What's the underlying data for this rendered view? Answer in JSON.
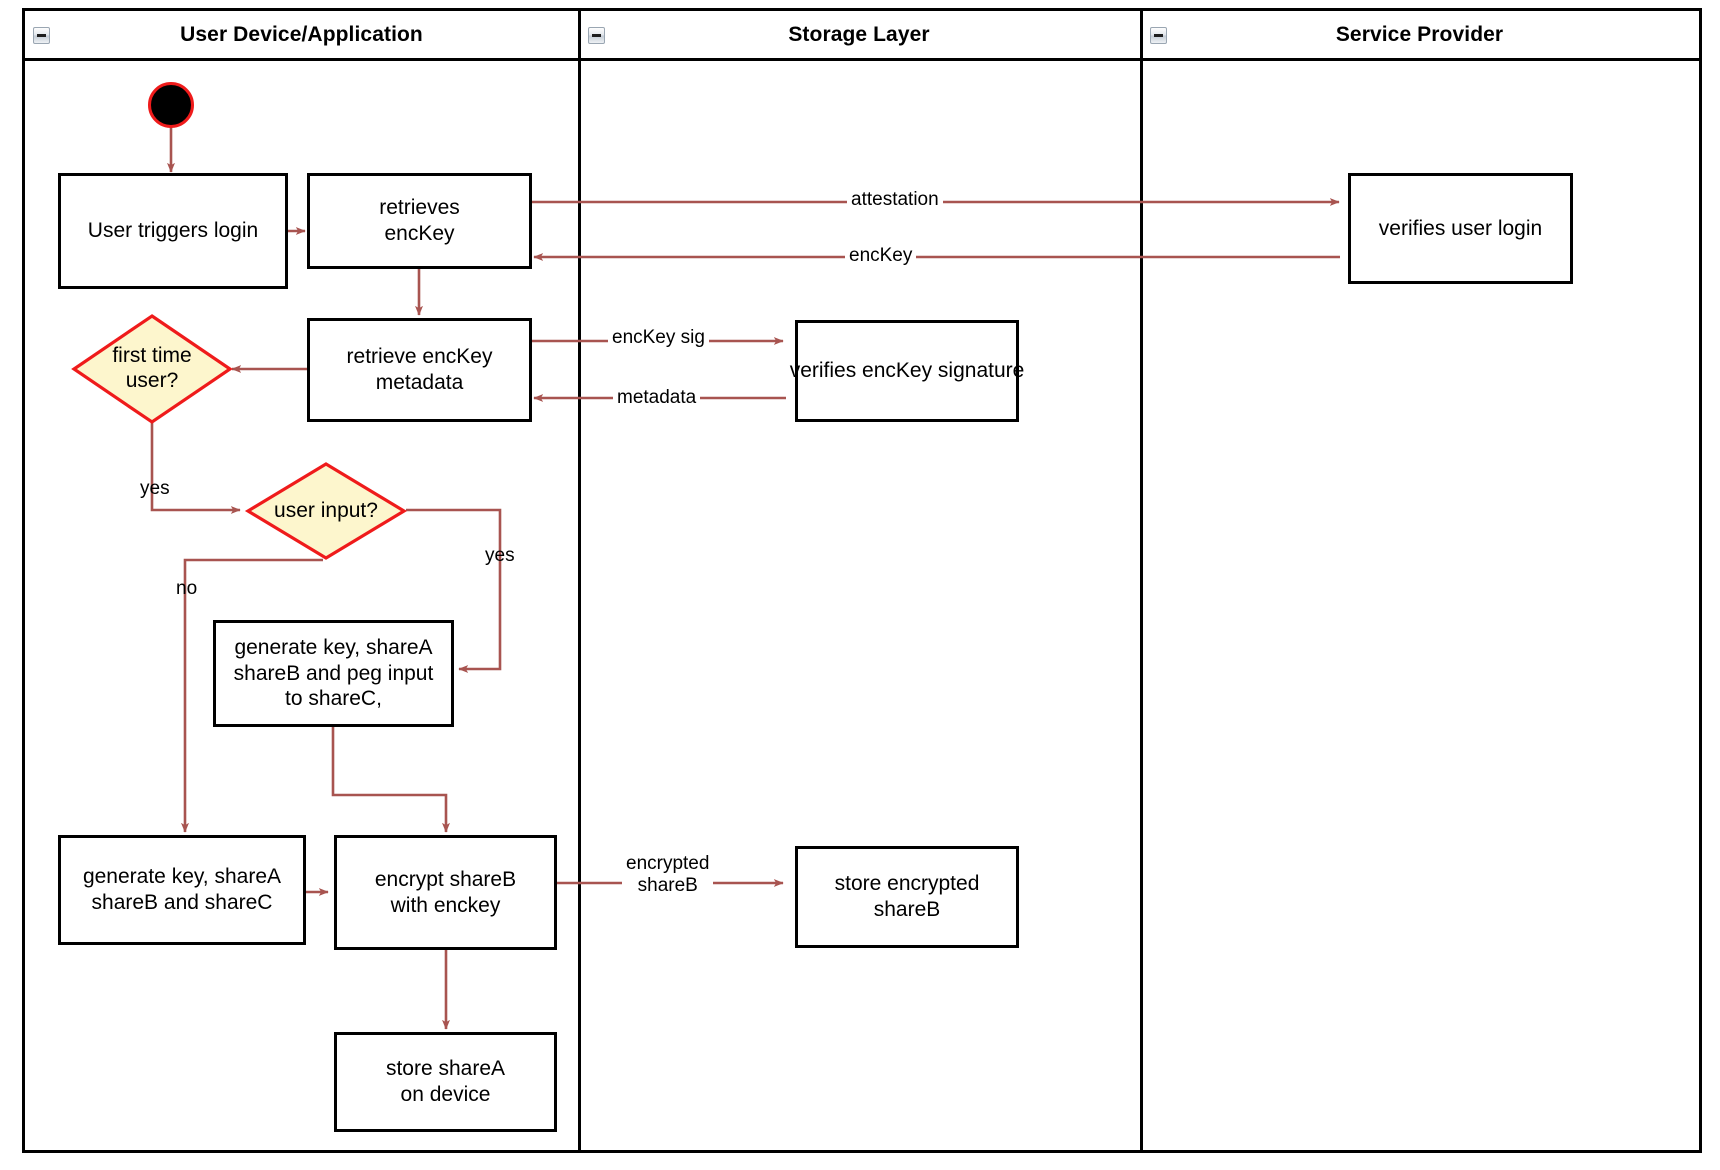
{
  "diagram": {
    "type": "uml-activity-swimlane",
    "accent_edge_color": "#a85450",
    "decision_fill": "#fdf6cd",
    "decision_border": "#ef1b1b",
    "node_border": "#000000",
    "start_node_border": "#ef1b1b",
    "start_node_fill": "#000000"
  },
  "lanes": [
    {
      "id": "user-device",
      "title": "User Device/Application",
      "collapse_icon": "minus-icon"
    },
    {
      "id": "storage-layer",
      "title": "Storage Layer",
      "collapse_icon": "minus-icon"
    },
    {
      "id": "service-provider",
      "title": "Service Provider",
      "collapse_icon": "minus-icon"
    }
  ],
  "nodes": [
    {
      "id": "start",
      "lane": "user-device",
      "kind": "initial-node",
      "label": ""
    },
    {
      "id": "user-triggers-login",
      "lane": "user-device",
      "kind": "action",
      "label": "User triggers login"
    },
    {
      "id": "retrieves-enckey",
      "lane": "user-device",
      "kind": "action",
      "label": "retrieves\nencKey"
    },
    {
      "id": "retrieve-enckey-metadata",
      "lane": "user-device",
      "kind": "action",
      "label": "retrieve encKey\nmetadata"
    },
    {
      "id": "first-time-user",
      "lane": "user-device",
      "kind": "decision",
      "label": "first time\nuser?"
    },
    {
      "id": "user-input",
      "lane": "user-device",
      "kind": "decision",
      "label": "user input?"
    },
    {
      "id": "generate-peg-input",
      "lane": "user-device",
      "kind": "action",
      "label": "generate key, shareA\nshareB and peg input\nto shareC,"
    },
    {
      "id": "generate-three-shares",
      "lane": "user-device",
      "kind": "action",
      "label": "generate key, shareA\nshareB and shareC"
    },
    {
      "id": "encrypt-shareb",
      "lane": "user-device",
      "kind": "action",
      "label": "encrypt shareB\nwith enckey"
    },
    {
      "id": "store-sharea-on-device",
      "lane": "user-device",
      "kind": "action",
      "label": "store shareA\non device"
    },
    {
      "id": "verifies-enckey-signature",
      "lane": "storage-layer",
      "kind": "action",
      "label": "verifies encKey signature"
    },
    {
      "id": "store-encrypted-shareb",
      "lane": "storage-layer",
      "kind": "action",
      "label": "store encrypted\nshareB"
    },
    {
      "id": "verifies-user-login",
      "lane": "service-provider",
      "kind": "action",
      "label": "verifies user login"
    }
  ],
  "edges": [
    {
      "id": "e-start-login",
      "from": "start",
      "to": "user-triggers-login",
      "label": ""
    },
    {
      "id": "e-login-retrieves",
      "from": "user-triggers-login",
      "to": "retrieves-enckey",
      "label": ""
    },
    {
      "id": "e-attestation",
      "from": "retrieves-enckey",
      "to": "verifies-user-login",
      "label": "attestation"
    },
    {
      "id": "e-enckey-back",
      "from": "verifies-user-login",
      "to": "retrieves-enckey",
      "label": "encKey"
    },
    {
      "id": "e-retrieves-metadata",
      "from": "retrieves-enckey",
      "to": "retrieve-enckey-metadata",
      "label": ""
    },
    {
      "id": "e-enckey-sig",
      "from": "retrieve-enckey-metadata",
      "to": "verifies-enckey-signature",
      "label": "encKey sig"
    },
    {
      "id": "e-metadata-back",
      "from": "verifies-enckey-signature",
      "to": "retrieve-enckey-metadata",
      "label": "metadata"
    },
    {
      "id": "e-metadata-firsttime",
      "from": "retrieve-enckey-metadata",
      "to": "first-time-user",
      "label": ""
    },
    {
      "id": "e-firsttime-yes",
      "from": "first-time-user",
      "to": "user-input",
      "label": "yes"
    },
    {
      "id": "e-userinput-yes",
      "from": "user-input",
      "to": "generate-peg-input",
      "label": "yes"
    },
    {
      "id": "e-userinput-no",
      "from": "user-input",
      "to": "generate-three-shares",
      "label": "no"
    },
    {
      "id": "e-peg-encrypt",
      "from": "generate-peg-input",
      "to": "encrypt-shareb",
      "label": ""
    },
    {
      "id": "e-three-encrypt",
      "from": "generate-three-shares",
      "to": "encrypt-shareb",
      "label": ""
    },
    {
      "id": "e-encrypted-shareb",
      "from": "encrypt-shareb",
      "to": "store-encrypted-shareb",
      "label": "encrypted\nshareB"
    },
    {
      "id": "e-encrypt-store-sharea",
      "from": "encrypt-shareb",
      "to": "store-sharea-on-device",
      "label": ""
    }
  ],
  "edge_labels": {
    "attestation": "attestation",
    "enckey": "encKey",
    "enckey_sig": "encKey sig",
    "metadata": "metadata",
    "yes_first_time": "yes",
    "yes_user_input": "yes",
    "no_user_input": "no",
    "encrypted_shareb_line1": "encrypted",
    "encrypted_shareb_line2": "shareB"
  },
  "node_labels": {
    "user_triggers_login": "User triggers login",
    "retrieves_enckey_l1": "retrieves",
    "retrieves_enckey_l2": "encKey",
    "retrieve_metadata_l1": "retrieve encKey",
    "retrieve_metadata_l2": "metadata",
    "first_time_user_l1": "first time",
    "first_time_user_l2": "user?",
    "user_input": "user input?",
    "generate_peg_l1": "generate key, shareA",
    "generate_peg_l2": "shareB and peg input",
    "generate_peg_l3": "to shareC,",
    "generate_three_l1": "generate key, shareA",
    "generate_three_l2": "shareB and shareC",
    "encrypt_shareb_l1": "encrypt shareB",
    "encrypt_shareb_l2": "with enckey",
    "store_sharea_l1": "store shareA",
    "store_sharea_l2": "on device",
    "verifies_enckey_signature": "verifies encKey signature",
    "store_encrypted_l1": "store encrypted",
    "store_encrypted_l2": "shareB",
    "verifies_user_login": "verifies user login"
  }
}
